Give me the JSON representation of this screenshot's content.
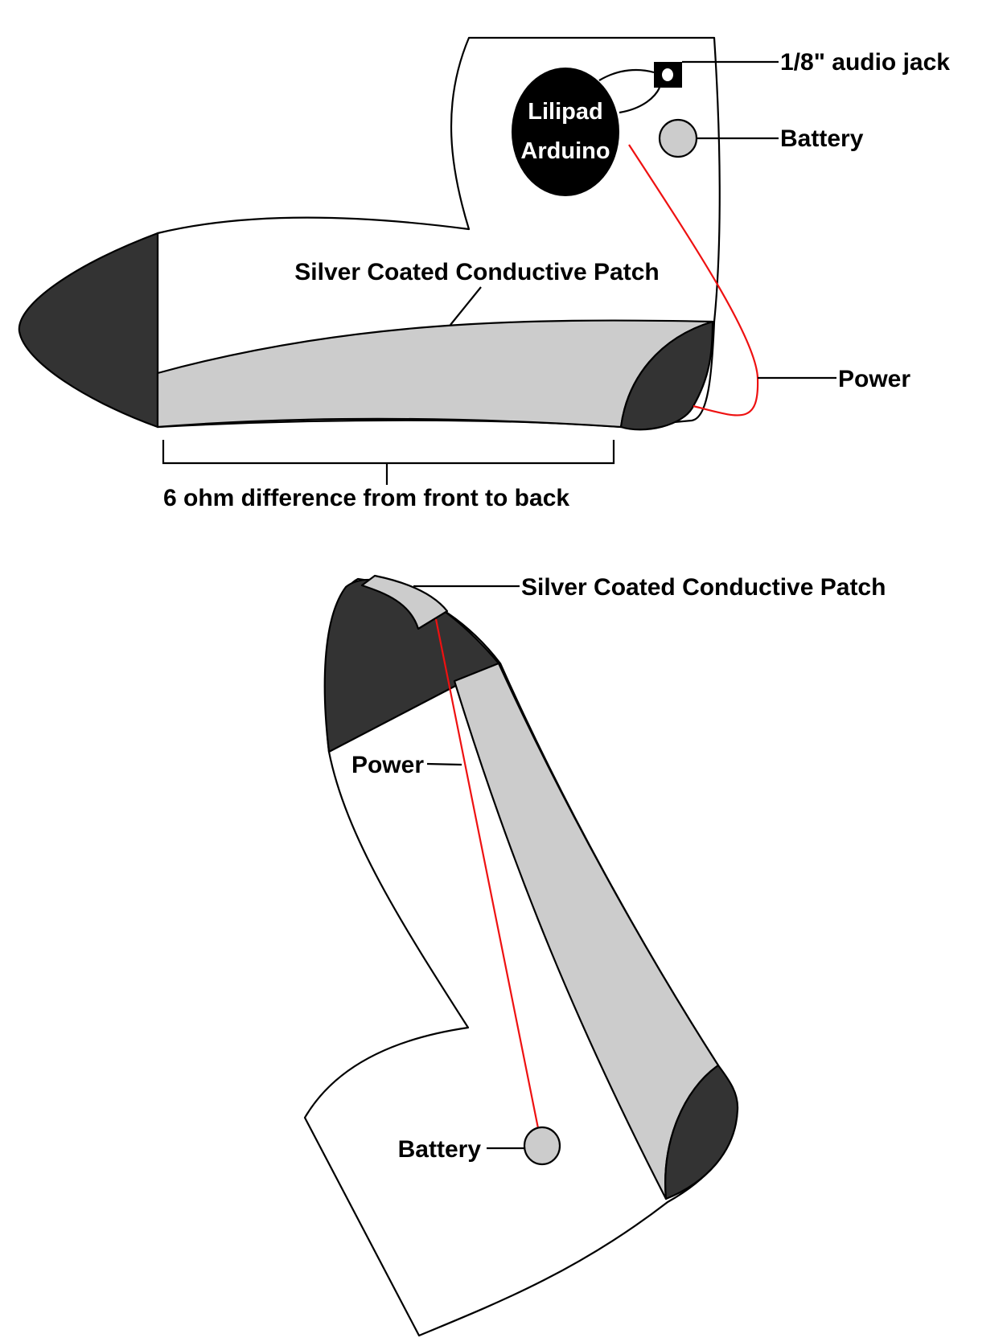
{
  "colors": {
    "dark": "#333333",
    "patch": "#cccccc",
    "wire": "#ee1111",
    "arduino": "#000000",
    "battery": "#cccccc"
  },
  "side_view": {
    "arduino_label_line1": "Lilipad",
    "arduino_label_line2": "Arduino",
    "audio_jack_label": "1/8\" audio jack",
    "battery_label": "Battery",
    "patch_label": "Silver Coated Conductive Patch",
    "power_label": "Power",
    "resistance_label": "6 ohm difference from front to back"
  },
  "bottom_view": {
    "patch_label": "Silver Coated Conductive Patch",
    "power_label": "Power",
    "battery_label": "Battery"
  }
}
